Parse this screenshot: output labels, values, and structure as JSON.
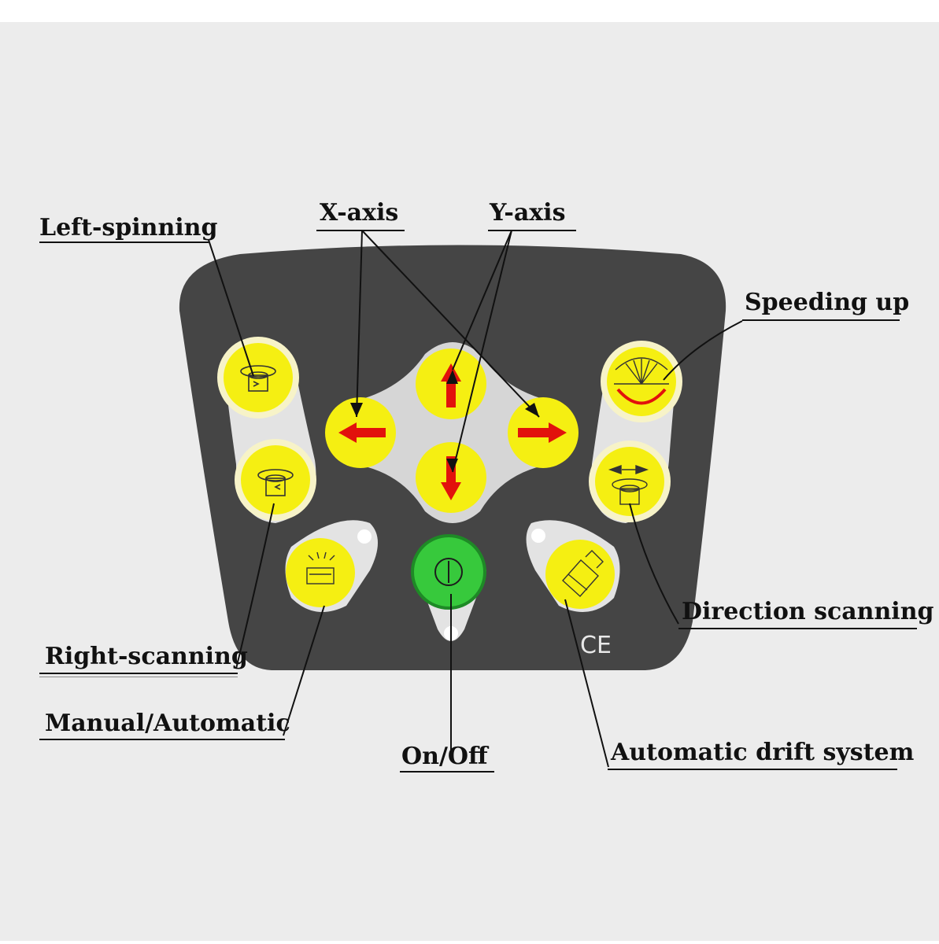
{
  "labels": {
    "left_spinning": "Left-spinning",
    "x_axis": "X-axis",
    "y_axis": "Y-axis",
    "speeding_up": "Speeding up",
    "direction_scanning": "Direction scanning",
    "right_scanning": "Right-scanning",
    "manual_automatic": "Manual/Automatic",
    "on_off": "On/Off",
    "automatic_drift_system": "Automatic drift system"
  },
  "ce_mark": "CE",
  "colors": {
    "panel": "#454545",
    "button_yellow": "#f5ef12",
    "button_halo": "#f7f3c8",
    "pill": "#e3e3e3",
    "arrow_red": "#e2120c",
    "power_green": "#37c93c",
    "background": "#ececec"
  },
  "icons": {
    "left_spin": "cylinder-rotate-left-icon",
    "right_spin": "cylinder-rotate-right-icon",
    "speed": "speed-fan-icon",
    "direction": "direction-scan-icon",
    "manual": "level-light-icon",
    "power": "power-icon",
    "drift": "drift-lens-icon"
  }
}
